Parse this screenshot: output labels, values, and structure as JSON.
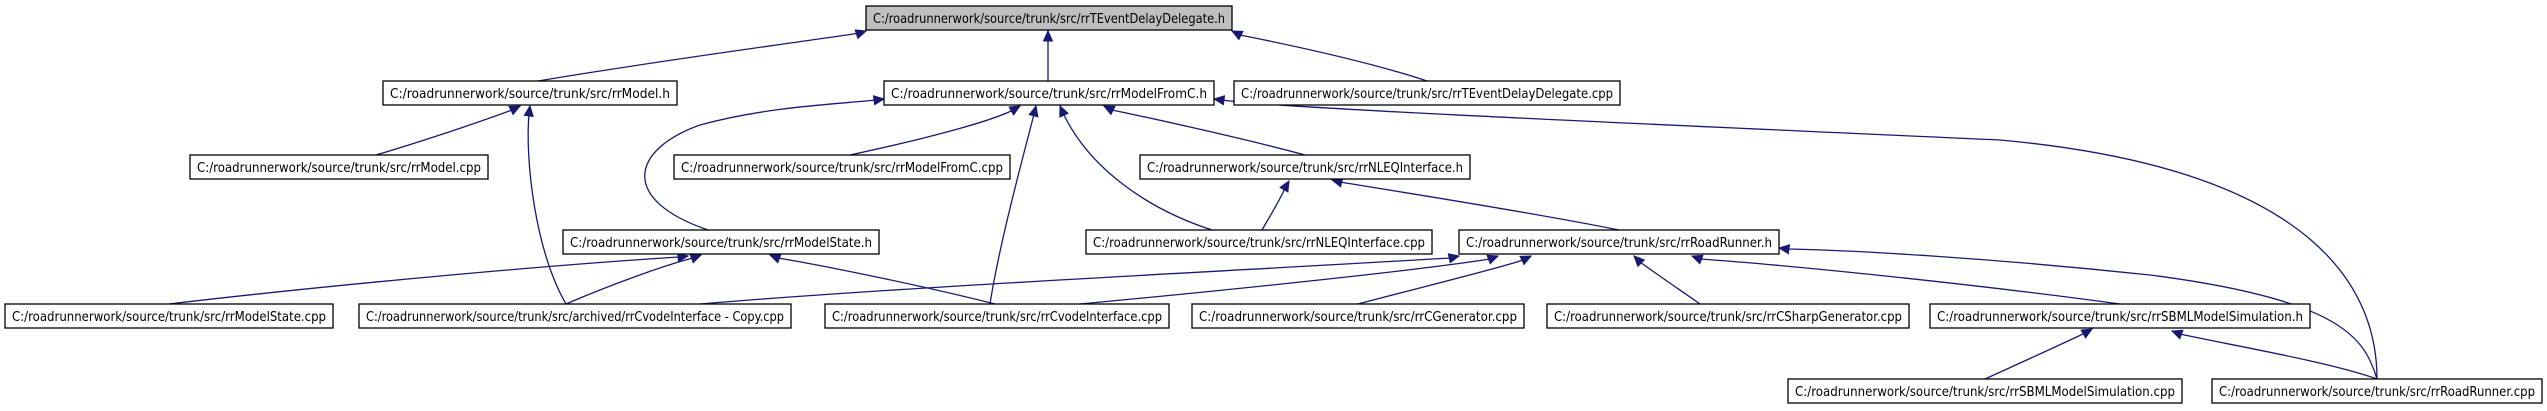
{
  "nodes": [
    {
      "id": "root",
      "label": "C:/roadrunnerwork/source/trunk/src/rrTEventDelayDelegate.h",
      "root": true
    },
    {
      "id": "rrModel_h",
      "label": "C:/roadrunnerwork/source/trunk/src/rrModel.h"
    },
    {
      "id": "rrModelFromC_h",
      "label": "C:/roadrunnerwork/source/trunk/src/rrModelFromC.h"
    },
    {
      "id": "rrTEventDelayDelegate_cpp",
      "label": "C:/roadrunnerwork/source/trunk/src/rrTEventDelayDelegate.cpp"
    },
    {
      "id": "rrModel_cpp",
      "label": "C:/roadrunnerwork/source/trunk/src/rrModel.cpp"
    },
    {
      "id": "rrModelFromC_cpp",
      "label": "C:/roadrunnerwork/source/trunk/src/rrModelFromC.cpp"
    },
    {
      "id": "rrNLEQInterface_h",
      "label": "C:/roadrunnerwork/source/trunk/src/rrNLEQInterface.h"
    },
    {
      "id": "rrModelState_h",
      "label": "C:/roadrunnerwork/source/trunk/src/rrModelState.h"
    },
    {
      "id": "rrNLEQInterface_cpp",
      "label": "C:/roadrunnerwork/source/trunk/src/rrNLEQInterface.cpp"
    },
    {
      "id": "rrRoadRunner_h",
      "label": "C:/roadrunnerwork/source/trunk/src/rrRoadRunner.h"
    },
    {
      "id": "rrModelState_cpp",
      "label": "C:/roadrunnerwork/source/trunk/src/rrModelState.cpp"
    },
    {
      "id": "rrCvodeInterfaceCopy_cpp",
      "label": "C:/roadrunnerwork/source/trunk/src/archived/rrCvodeInterface - Copy.cpp"
    },
    {
      "id": "rrCvodeInterface_cpp",
      "label": "C:/roadrunnerwork/source/trunk/src/rrCvodeInterface.cpp"
    },
    {
      "id": "rrCGenerator_cpp",
      "label": "C:/roadrunnerwork/source/trunk/src/rrCGenerator.cpp"
    },
    {
      "id": "rrCSharpGenerator_cpp",
      "label": "C:/roadrunnerwork/source/trunk/src/rrCSharpGenerator.cpp"
    },
    {
      "id": "rrSBMLModelSimulation_h",
      "label": "C:/roadrunnerwork/source/trunk/src/rrSBMLModelSimulation.h"
    },
    {
      "id": "rrSBMLModelSimulation_cpp",
      "label": "C:/roadrunnerwork/source/trunk/src/rrSBMLModelSimulation.cpp"
    },
    {
      "id": "rrRoadRunner_cpp",
      "label": "C:/roadrunnerwork/source/trunk/src/rrRoadRunner.cpp"
    }
  ],
  "edges": [
    {
      "from": "rrModel_h",
      "to": "root"
    },
    {
      "from": "rrModelFromC_h",
      "to": "root"
    },
    {
      "from": "rrTEventDelayDelegate_cpp",
      "to": "root"
    },
    {
      "from": "rrModel_cpp",
      "to": "rrModel_h"
    },
    {
      "from": "rrCvodeInterfaceCopy_cpp",
      "to": "rrModel_h"
    },
    {
      "from": "rrModelFromC_cpp",
      "to": "rrModelFromC_h"
    },
    {
      "from": "rrNLEQInterface_h",
      "to": "rrModelFromC_h"
    },
    {
      "from": "rrNLEQInterface_cpp",
      "to": "rrModelFromC_h"
    },
    {
      "from": "rrModelState_h",
      "to": "rrModelFromC_h"
    },
    {
      "from": "rrCvodeInterface_cpp",
      "to": "rrModelFromC_h"
    },
    {
      "from": "rrRoadRunner_cpp",
      "to": "rrModelFromC_h"
    },
    {
      "from": "rrNLEQInterface_cpp",
      "to": "rrNLEQInterface_h"
    },
    {
      "from": "rrRoadRunner_h",
      "to": "rrNLEQInterface_h"
    },
    {
      "from": "rrModelState_cpp",
      "to": "rrModelState_h"
    },
    {
      "from": "rrCvodeInterfaceCopy_cpp",
      "to": "rrModelState_h"
    },
    {
      "from": "rrCvodeInterface_cpp",
      "to": "rrModelState_h"
    },
    {
      "from": "rrCvodeInterfaceCopy_cpp",
      "to": "rrRoadRunner_h"
    },
    {
      "from": "rrCvodeInterface_cpp",
      "to": "rrRoadRunner_h"
    },
    {
      "from": "rrCGenerator_cpp",
      "to": "rrRoadRunner_h"
    },
    {
      "from": "rrCSharpGenerator_cpp",
      "to": "rrRoadRunner_h"
    },
    {
      "from": "rrSBMLModelSimulation_h",
      "to": "rrRoadRunner_h"
    },
    {
      "from": "rrRoadRunner_cpp",
      "to": "rrRoadRunner_h"
    },
    {
      "from": "rrSBMLModelSimulation_cpp",
      "to": "rrSBMLModelSimulation_h"
    },
    {
      "from": "rrRoadRunner_cpp",
      "to": "rrSBMLModelSimulation_h"
    }
  ]
}
